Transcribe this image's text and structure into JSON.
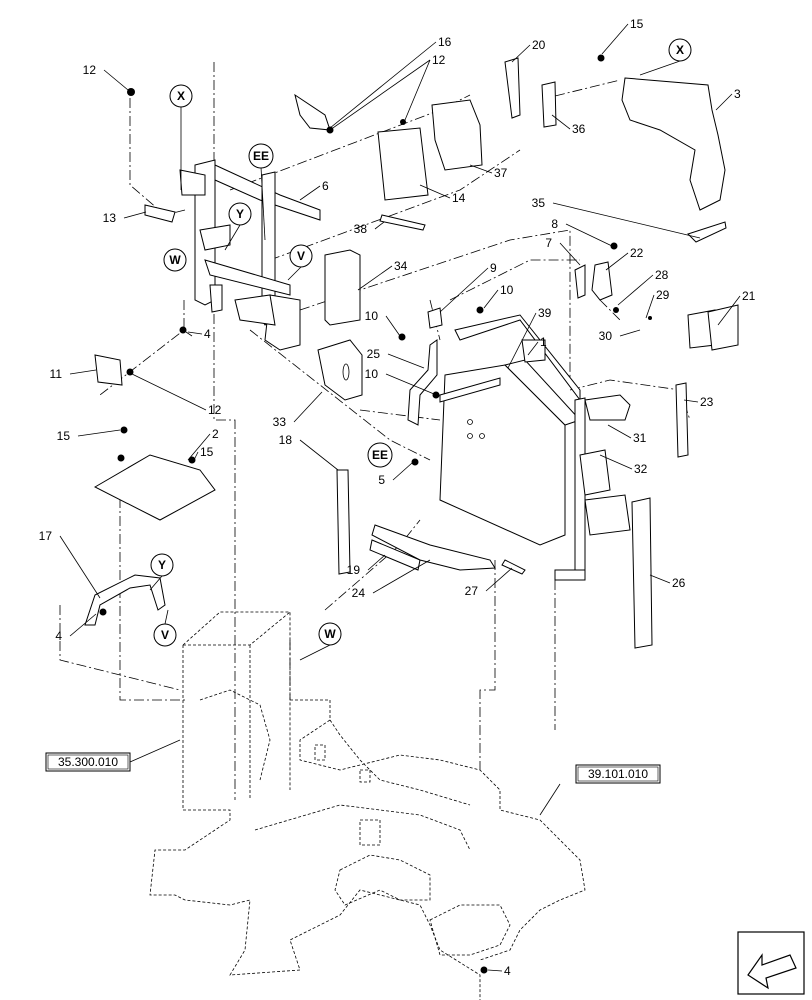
{
  "diagram": {
    "callouts": [
      "1",
      "2",
      "3",
      "4",
      "4",
      "4",
      "4",
      "5",
      "6",
      "7",
      "8",
      "9",
      "10",
      "10",
      "10",
      "11",
      "12",
      "12",
      "12",
      "12",
      "13",
      "14",
      "15",
      "15",
      "15",
      "16",
      "17",
      "18",
      "19",
      "20",
      "21",
      "22",
      "23",
      "24",
      "25",
      "26",
      "27",
      "28",
      "29",
      "30",
      "31",
      "32",
      "33",
      "34",
      "35",
      "36",
      "37",
      "38",
      "39"
    ],
    "view_markers": [
      "X",
      "X",
      "Y",
      "Y",
      "V",
      "V",
      "W",
      "W",
      "EE",
      "EE"
    ],
    "references": [
      "35.300.010",
      "39.101.010"
    ],
    "nav_icon": "arrow-outline-icon"
  }
}
